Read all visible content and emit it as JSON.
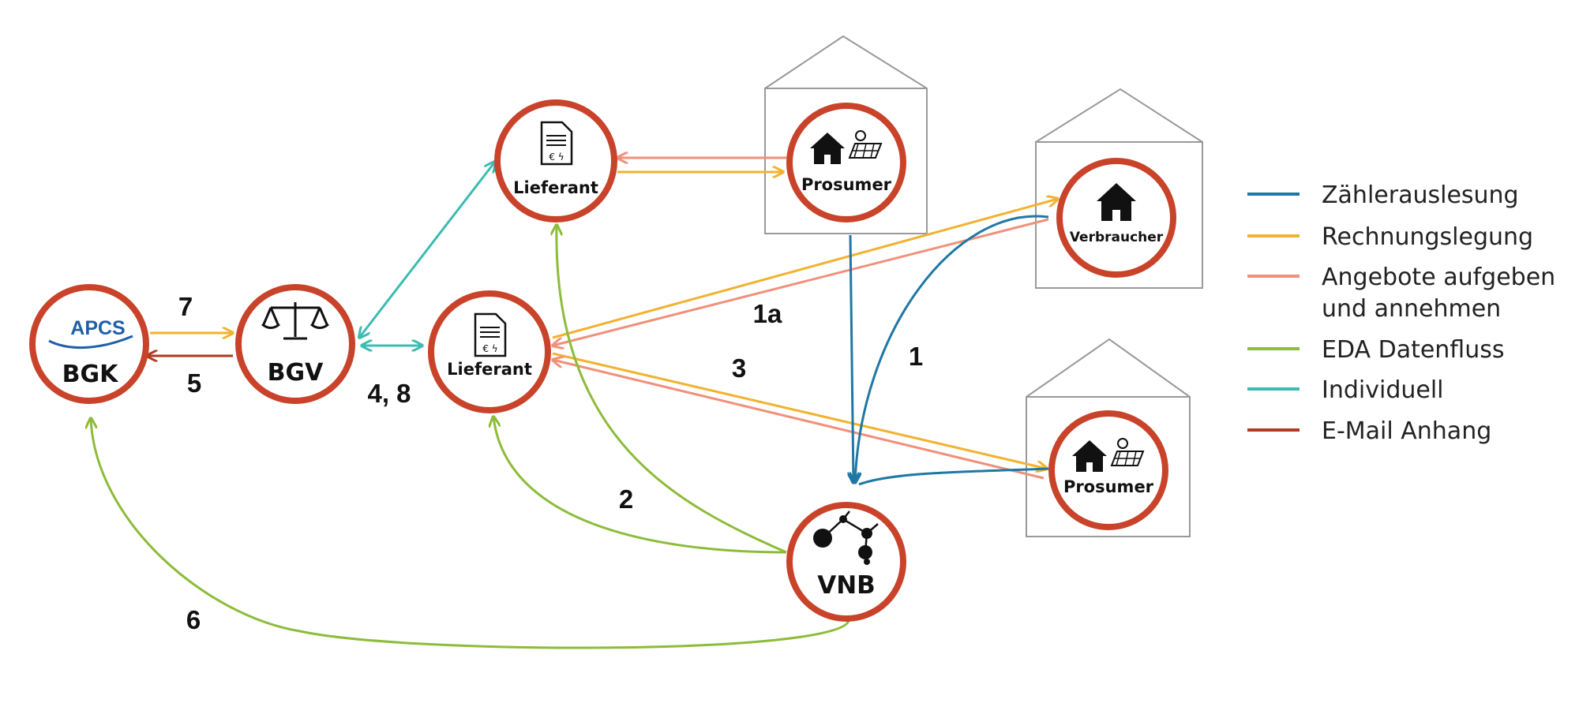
{
  "colors": {
    "node_ring": "#c8432a",
    "house_line": "#9a9a9a",
    "zaehlerauslesung": "#1f78a4",
    "rechnungslegung": "#f2b230",
    "angebote": "#f0907a",
    "eda": "#8cbc3a",
    "individuell": "#3bbcb0",
    "email": "#b23a1e",
    "apcs_blue": "#1f5fa8"
  },
  "nodes": {
    "bgk": {
      "label": "BGK",
      "logo_text": "APCS",
      "icon": "apcs-logo"
    },
    "bgv": {
      "label": "BGV",
      "icon": "scales-icon"
    },
    "lieferant_top": {
      "label": "Lieferant",
      "icon": "invoice-icon"
    },
    "lieferant_mid": {
      "label": "Lieferant",
      "icon": "invoice-icon"
    },
    "prosumer_top": {
      "label": "Prosumer",
      "icon": "house-solar-icon"
    },
    "verbraucher": {
      "label": "Verbraucher",
      "icon": "house-icon"
    },
    "prosumer_bottom": {
      "label": "Prosumer",
      "icon": "house-solar-icon"
    },
    "vnb": {
      "label": "VNB",
      "icon": "network-icon"
    }
  },
  "invoice_symbol": "€ ϟ",
  "steps": {
    "s7": "7",
    "s5": "5",
    "s48": "4, 8",
    "s1a": "1a",
    "s1": "1",
    "s3": "3",
    "s2": "2",
    "s6": "6"
  },
  "legend": [
    {
      "label": "Zählerauslesung",
      "color": "#1f78a4"
    },
    {
      "label": "Rechnungslegung",
      "color": "#f2b230"
    },
    {
      "label": "Angebote aufgeben",
      "label_line2": "und annehmen",
      "color": "#f0907a"
    },
    {
      "label": "EDA Datenfluss",
      "color": "#8cbc3a"
    },
    {
      "label": "Individuell",
      "color": "#3bbcb0"
    },
    {
      "label": "E-Mail Anhang",
      "color": "#b23a1e"
    }
  ]
}
